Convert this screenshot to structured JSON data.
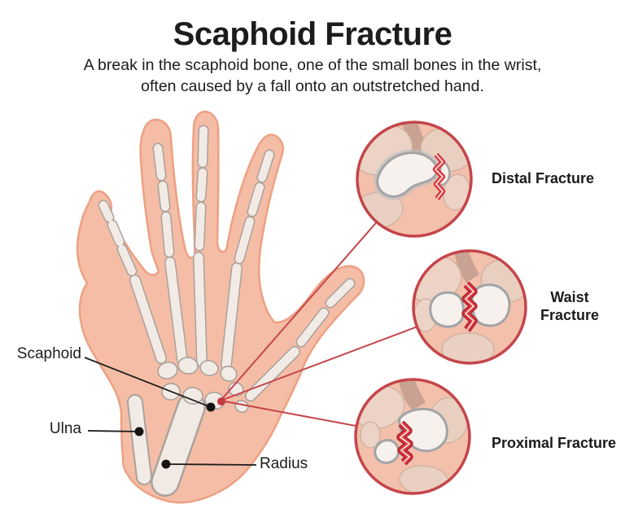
{
  "header": {
    "title": "Scaphoid Fracture",
    "subtitle_line1": "A break in the scaphoid bone, one of the small bones in the wrist,",
    "subtitle_line2": "often caused by a fall onto an outstretched hand."
  },
  "labels": {
    "scaphoid": "Scaphoid",
    "ulna": "Ulna",
    "radius": "Radius"
  },
  "callouts": {
    "distal": "Distal Fracture",
    "waist": "Waist\nFracture",
    "proximal": "Proximal Fracture"
  },
  "colors": {
    "background": "#ffffff",
    "text": "#1e1b1b",
    "skin": "#f5bda6",
    "skin_outline": "#eca183",
    "bone_fill": "#f2ebe5",
    "bone_outline": "#aaa19b",
    "carpal_bone": "#f2ebe5",
    "callout_ring": "#c4454b",
    "connector_line": "#c4454b",
    "fracture_red": "#dc3440",
    "fracture_dark_red": "#b02733",
    "fracture_highlight": "#f6e3d4",
    "callout_background": "#f3c0ab",
    "neighbor_bone": "#ecd3c5",
    "leader_line": "#1e1b1b",
    "marker_dot_black": "#161314",
    "marker_dot_red": "#c23a40"
  }
}
